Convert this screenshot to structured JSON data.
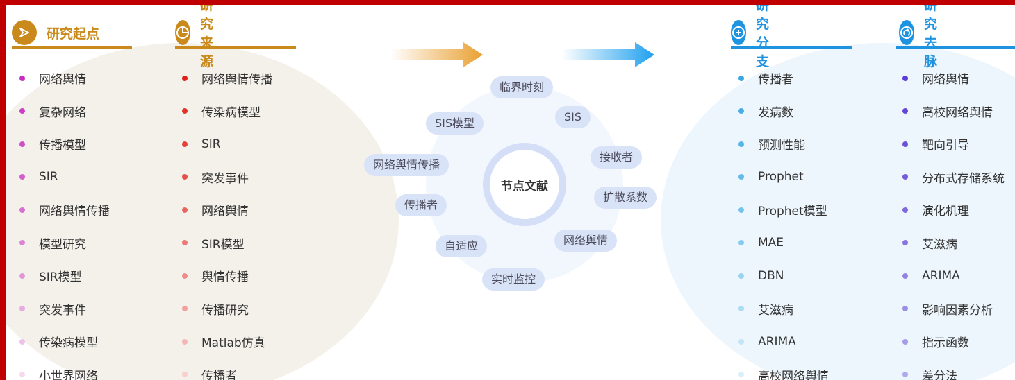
{
  "columns": [
    {
      "title": "研究起点",
      "icon": "play-icon",
      "color": "#c98a1b",
      "items": [
        "网络舆情",
        "复杂网络",
        "传播模型",
        "SIR",
        "网络舆情传播",
        "模型研究",
        "SIR模型",
        "突发事件",
        "传染病模型",
        "小世界网络"
      ],
      "dot_colors": [
        "#c92ec4",
        "#cb3ec5",
        "#d04dc8",
        "#d55ecc",
        "#d96fd0",
        "#dd82d5",
        "#e296da",
        "#e8abe1",
        "#eec2e8",
        "#f4d9ef"
      ]
    },
    {
      "title": "研究来源",
      "icon": "pie-icon",
      "color": "#c98a1b",
      "items": [
        "网络舆情传播",
        "传染病模型",
        "SIR",
        "突发事件",
        "网络舆情",
        "SIR模型",
        "舆情传播",
        "传播研究",
        "Matlab仿真",
        "传播者"
      ],
      "dot_colors": [
        "#e0201b",
        "#e2302a",
        "#e3413b",
        "#e5524d",
        "#e86560",
        "#ea7874",
        "#ed8c88",
        "#f0a19e",
        "#f3b7b5",
        "#f7cfcd"
      ]
    },
    {
      "title": "研究分支",
      "icon": "plus-circle-icon",
      "color": "#1e93e0",
      "items": [
        "传播者",
        "发病数",
        "预测性能",
        "Prophet",
        "Prophet模型",
        "MAE",
        "DBN",
        "艾滋病",
        "ARIMA",
        "高校网络舆情"
      ],
      "dot_colors": [
        "#3aa6e8",
        "#47ade9",
        "#55b4ea",
        "#64bbec",
        "#74c3ee",
        "#85cbf0",
        "#98d3f2",
        "#acdcf5",
        "#c2e6f8",
        "#d9f0fb"
      ]
    },
    {
      "title": "研究去脉",
      "icon": "refresh-icon",
      "color": "#1e93e0",
      "items": [
        "网络舆情",
        "高校网络舆情",
        "靶向引导",
        "分布式存储系统",
        "演化机理",
        "艾滋病",
        "ARIMA",
        "影响因素分析",
        "指示函数",
        "差分法"
      ],
      "dot_colors": [
        "#5b3bd6",
        "#6345d8",
        "#6c50da",
        "#755cdd",
        "#7e68df",
        "#8774e2",
        "#9181e4",
        "#9b8ee7",
        "#a69bea",
        "#b0a8ed"
      ]
    }
  ],
  "center": {
    "label": "节点文献",
    "keywords": [
      "临界时刻",
      "SIS",
      "SIS模型",
      "接收者",
      "网络舆情传播",
      "扩散系数",
      "传播者",
      "网络舆情",
      "自适应",
      "实时监控"
    ]
  }
}
